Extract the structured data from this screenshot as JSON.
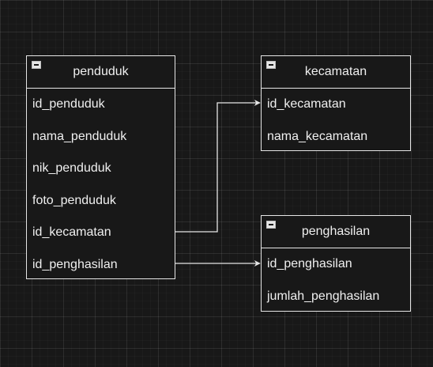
{
  "diagram": {
    "entities": [
      {
        "id": "penduduk",
        "title": "penduduk",
        "fields": [
          "id_penduduk",
          "nama_penduduk",
          "nik_penduduk",
          "foto_penduduk",
          "id_kecamatan",
          "id_penghasilan"
        ]
      },
      {
        "id": "kecamatan",
        "title": "kecamatan",
        "fields": [
          "id_kecamatan",
          "nama_kecamatan"
        ]
      },
      {
        "id": "penghasilan",
        "title": "penghasilan",
        "fields": [
          "id_penghasilan",
          "jumlah_penghasilan"
        ]
      }
    ],
    "relations": [
      {
        "from_entity": "penduduk",
        "from_field": "id_kecamatan",
        "to_entity": "kecamatan",
        "to_field": "id_kecamatan"
      },
      {
        "from_entity": "penduduk",
        "from_field": "id_penghasilan",
        "to_entity": "penghasilan",
        "to_field": "id_penghasilan"
      }
    ],
    "colors": {
      "background": "#181818",
      "grid": "#2a2a2a",
      "stroke": "#e6e6e6",
      "text": "#f0f0f0"
    }
  }
}
